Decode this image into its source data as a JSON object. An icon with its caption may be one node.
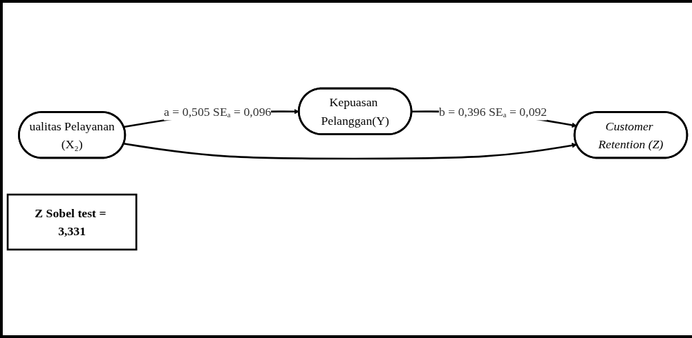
{
  "diagram": {
    "nodes": [
      {
        "text": [
          "Kepuasan Pelanggan(Y)"
        ]
      },
      {
        "text": [
          "ualitas Pelayanan",
          "(X₂)"
        ]
      },
      {
        "text": [
          "Customer Retention (Z)"
        ]
      },
      {
        "text": [
          "Z Sobel test = 3,331"
        ]
      }
    ],
    "edges": [
      {
        "from": 1,
        "to": 0,
        "arrow": "to",
        "label": "a = 0,505 SEₐ = 0,096"
      },
      {
        "from": 0,
        "to": 2,
        "arrow": "to",
        "label": "b = 0,396 SEₐ = 0,092"
      },
      {
        "from": 1,
        "to": 2,
        "arrow": "to"
      }
    ]
  }
}
